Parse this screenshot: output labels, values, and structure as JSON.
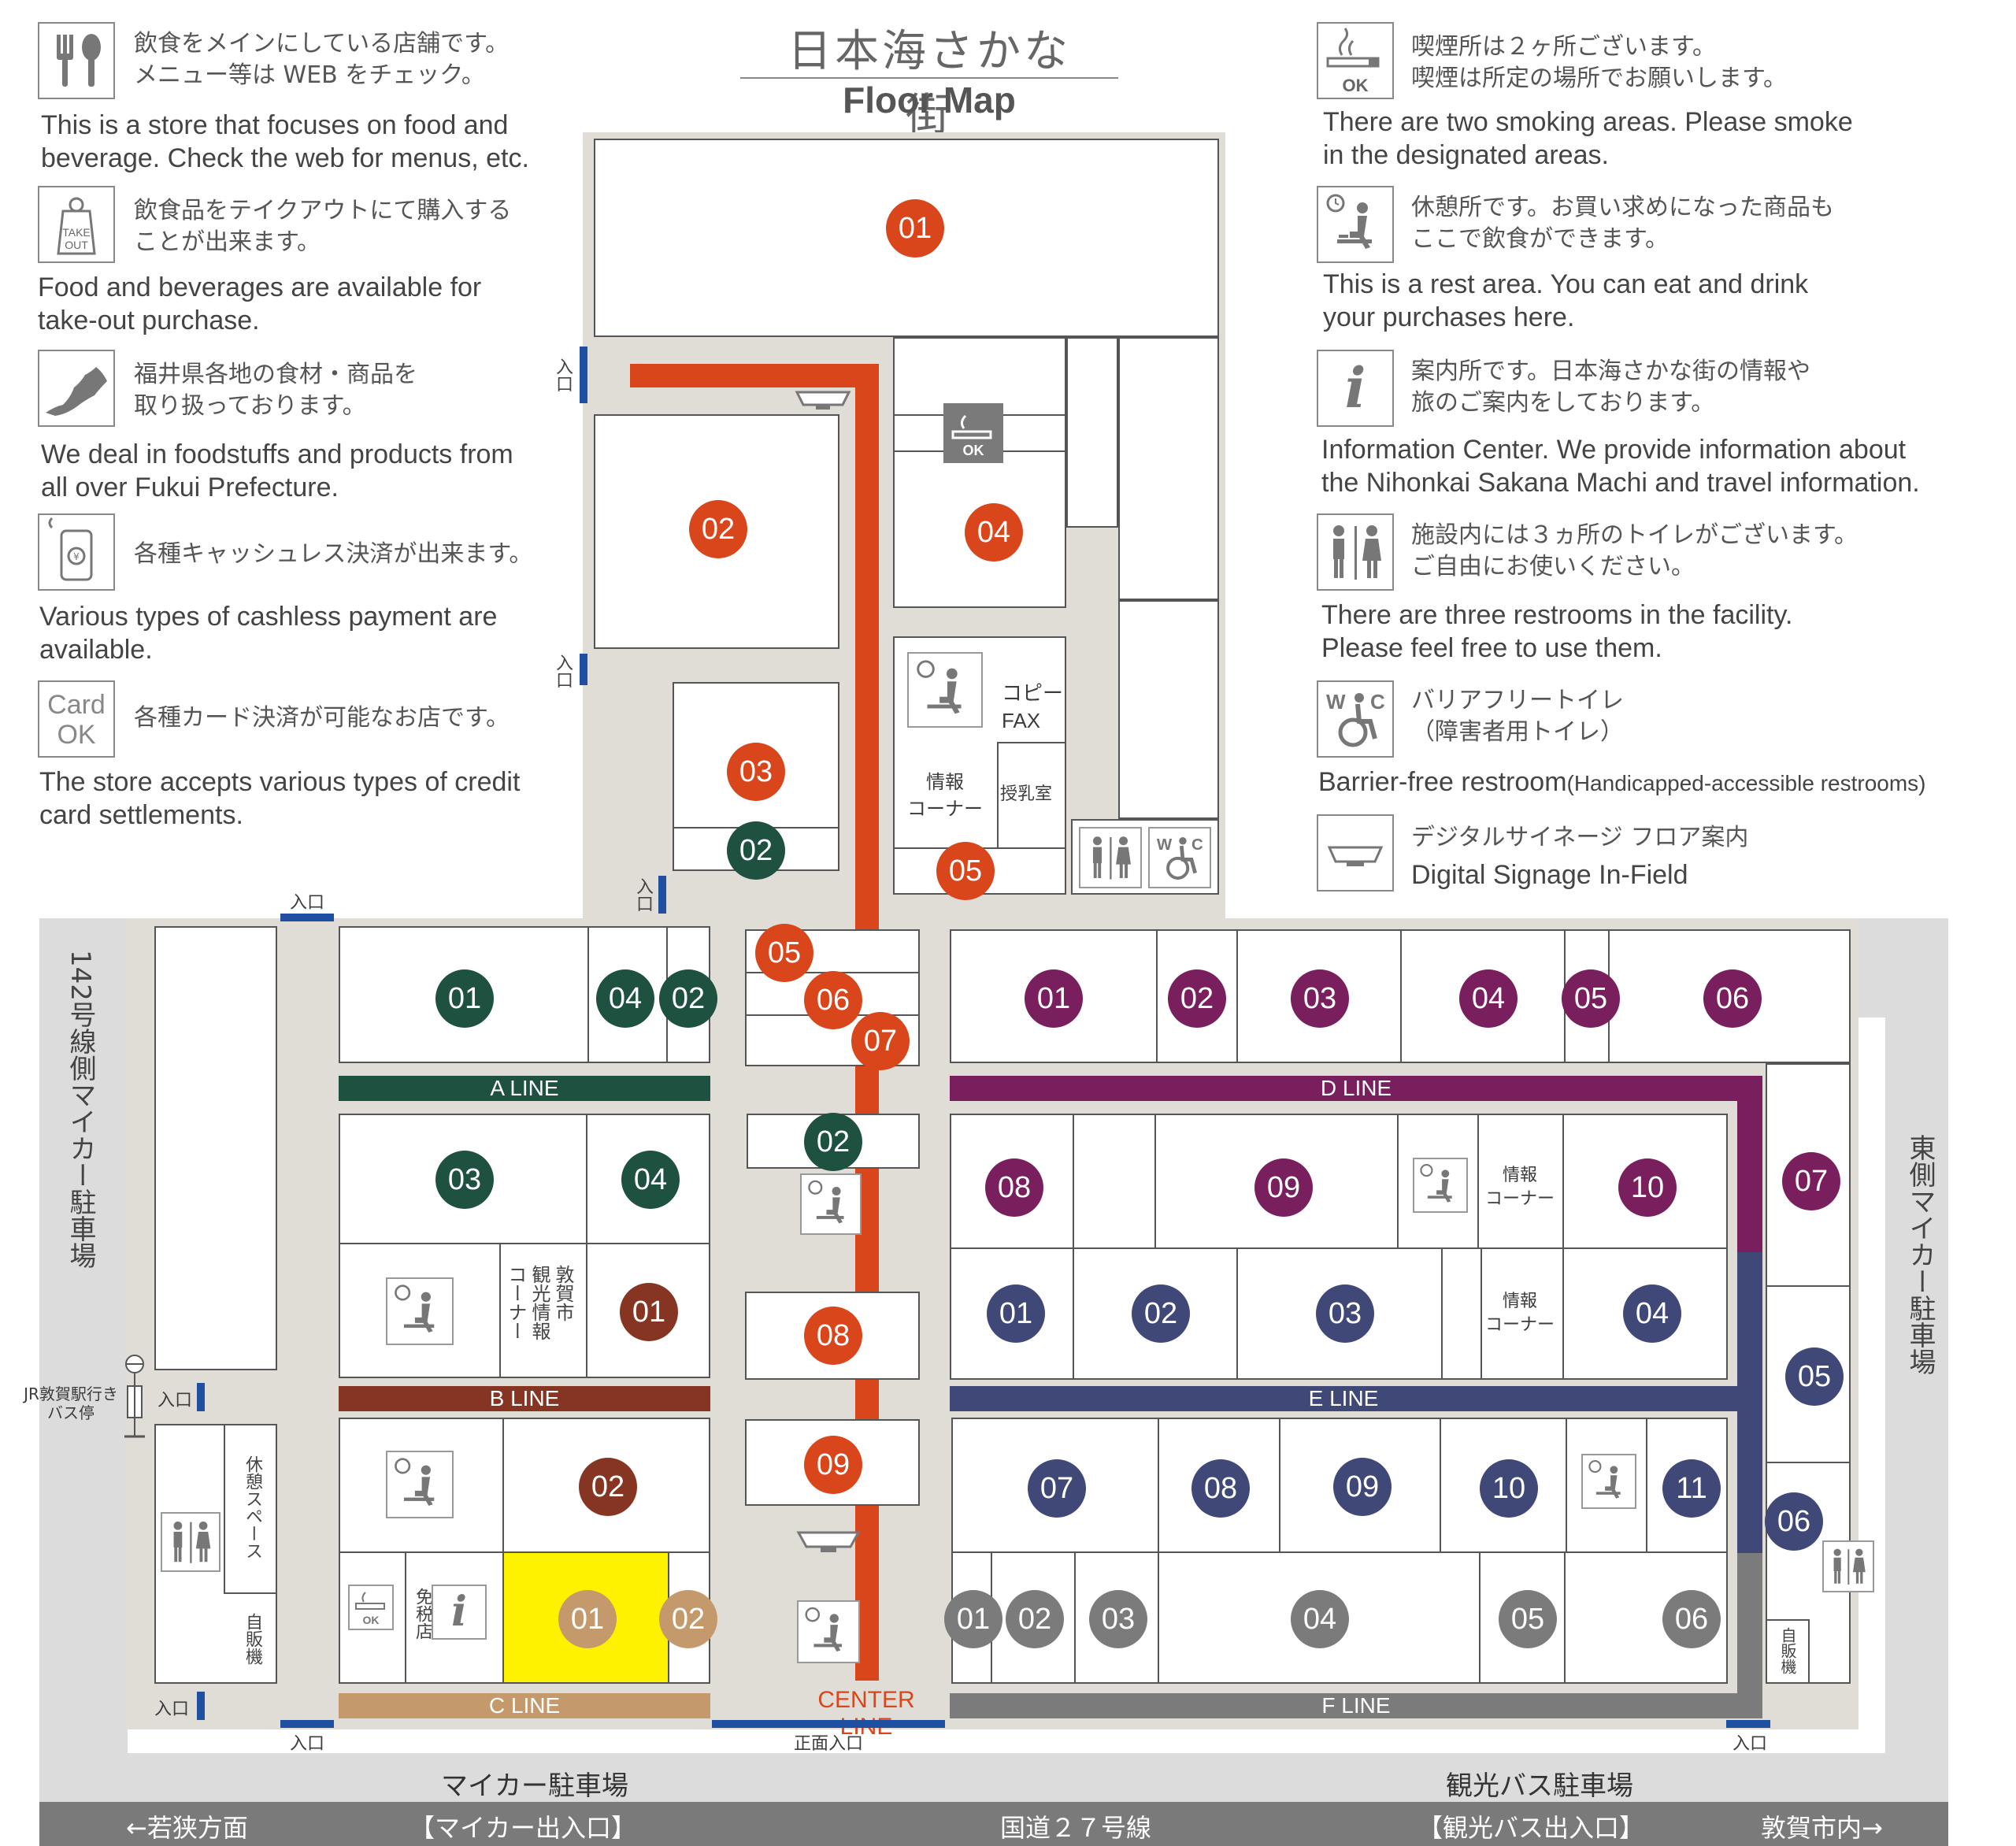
{
  "header": {
    "title_jp": "日本海さかな街",
    "title_en": "Floor Map"
  },
  "legend": {
    "food": {
      "icon": "fork-spoon-icon",
      "jp": "飲食をメインにしている店舗です。\nメニュー等は WEB をチェック。",
      "en": "This is a store that focuses on food and\nbeverage. Check the web for menus, etc."
    },
    "takeout": {
      "icon": "takeout-icon",
      "icon_text": "TAKE\nOUT",
      "jp": "飲食品をテイクアウトにて購入する\nことが出来ます。",
      "en": "Food and beverages are available for\ntake-out purchase."
    },
    "fukui": {
      "icon": "fukui-map-icon",
      "jp": "福井県各地の食材・商品を\n取り扱っております。",
      "en": "We deal in foodstuffs and products from\nall over Fukui Prefecture."
    },
    "cashless": {
      "icon": "smartphone-payment-icon",
      "jp": "各種キャッシュレス決済が出来ます。",
      "en": "Various types of cashless payment are\navailable."
    },
    "card": {
      "icon_text": "Card\nOK",
      "jp": "各種カード決済が可能なお店です。",
      "en": "The store accepts various types of credit\ncard settlements."
    },
    "smoking": {
      "icon": "smoking-ok-icon",
      "icon_text": "OK",
      "jp": "喫煙所は２ヶ所ございます。\n喫煙は所定の場所でお願いします。",
      "en": "There are two smoking areas. Please smoke\nin the designated areas."
    },
    "rest": {
      "icon": "rest-area-icon",
      "jp": "休憩所です。お買い求めになった商品も\nここで飲食ができます。",
      "en": "This is a rest area. You can eat and drink\nyour purchases here."
    },
    "info": {
      "icon": "information-icon",
      "icon_text": "i",
      "jp": "案内所です。日本海さかな街の情報や\n旅のご案内をしております。",
      "en": "Information Center. We provide information about\nthe Nihonkai Sakana Machi and travel information."
    },
    "restroom": {
      "icon": "restroom-icon",
      "jp": "施設内には３ヵ所のトイレがございます。\nご自由にお使いください。",
      "en": "There are three restrooms in the facility.\nPlease feel free to use them."
    },
    "barrierfree": {
      "icon": "wheelchair-wc-icon",
      "icon_text": "W C",
      "jp": "バリアフリートイレ\n（障害者用トイレ）",
      "en": "Barrier-free restroom",
      "en_small": "(Handicapped-accessible restrooms)"
    },
    "signage": {
      "icon": "digital-signage-icon",
      "jp": "デジタルサイネージ フロア案内",
      "en": "Digital Signage In-Field"
    }
  },
  "labels": {
    "entrance": "入口",
    "main_entrance": "正面入口",
    "copy": "コピー",
    "fax": "FAX",
    "info_corner": "情報\nコーナー",
    "nursing": "授乳室",
    "tourist_info": "敦賀市\n観光情報\nコーナー",
    "dutyfree": "免税店",
    "rest_space": "休憩スペース",
    "vending": "自販機",
    "bus_stop": "JR敦賀駅行き\nバス停",
    "left_parking": "142号線側マイカー駐車場",
    "right_parking": "東側マイカー駐車場",
    "car_parking": "マイカー駐車場",
    "bus_parking": "観光バス駐車場",
    "road_left": "←若狭方面",
    "road_car": "【マイカー出入口】",
    "road_name": "国道２７号線",
    "road_bus": "【観光バス出入口】",
    "road_right": "敦賀市内→"
  },
  "lines": {
    "a": "A LINE",
    "b": "B LINE",
    "c": "C LINE",
    "d": "D LINE",
    "e": "E LINE",
    "f": "F LINE",
    "center": "CENTER LINE"
  },
  "colors": {
    "center": "#d9461c",
    "a": "#1f5140",
    "b": "#873523",
    "c": "#c49a6c",
    "d": "#7a1f5d",
    "e": "#404878",
    "f": "#7b7b7b",
    "highlight": "#fff200",
    "bg_area": "#e0dcd6",
    "road": "#7a7a7a"
  },
  "badges": {
    "center": [
      "01",
      "02",
      "04",
      "03",
      "02",
      "05",
      "05",
      "06",
      "07",
      "02",
      "08",
      "09"
    ],
    "a": [
      "01",
      "04",
      "02",
      "03",
      "04"
    ],
    "b": [
      "01",
      "02"
    ],
    "c": [
      "01",
      "02"
    ],
    "d": [
      "01",
      "02",
      "03",
      "04",
      "05",
      "06",
      "07",
      "08",
      "09",
      "10"
    ],
    "e": [
      "01",
      "02",
      "03",
      "04",
      "05",
      "06",
      "07",
      "08",
      "09",
      "10",
      "11"
    ],
    "f": [
      "01",
      "02",
      "03",
      "04",
      "05",
      "06"
    ]
  }
}
